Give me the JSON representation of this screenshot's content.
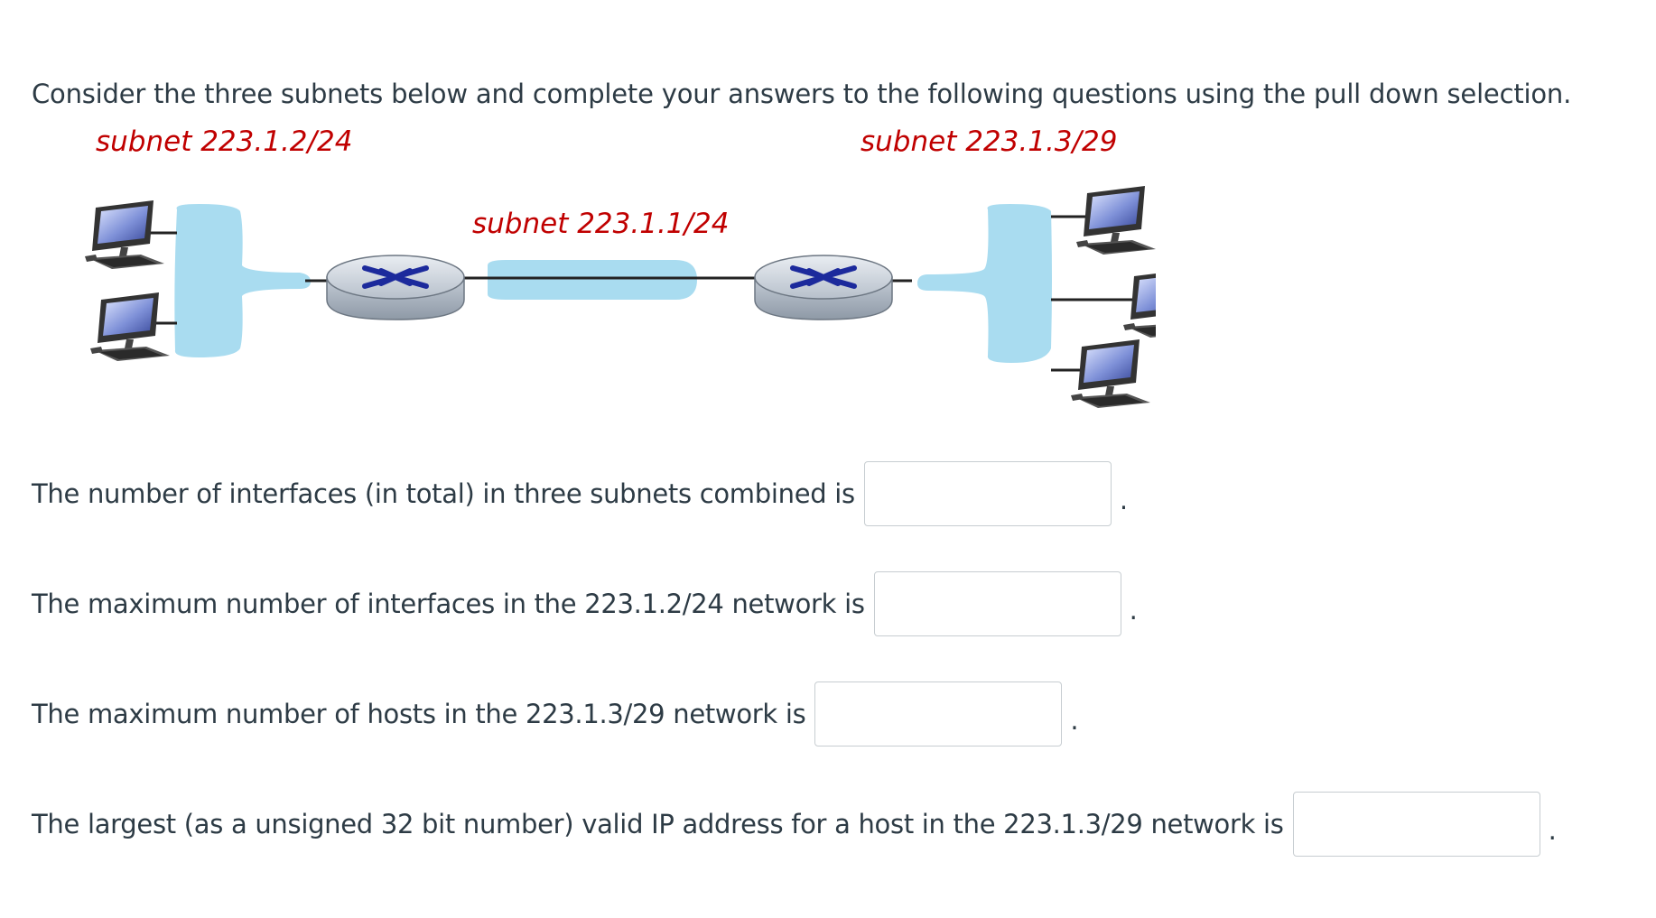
{
  "intro": "Consider the three subnets below and complete your answers to the following questions using the pull down selection.",
  "diagram": {
    "label_left": "subnet 223.1.2/24",
    "label_middle": "subnet 223.1.1/24",
    "label_right": "subnet 223.1.3/29",
    "label_color": "#c00000",
    "lan_color": "#a9dcf0"
  },
  "questions": [
    {
      "text": "The number of interfaces (in total) in three subnets combined is",
      "value": "",
      "suffix": "."
    },
    {
      "text": "The maximum number of interfaces in the 223.1.2/24 network is",
      "value": "",
      "suffix": "."
    },
    {
      "text": "The maximum number of hosts in the 223.1.3/29 network is",
      "value": "",
      "suffix": "."
    },
    {
      "text": "The largest (as a unsigned 32 bit number) valid IP address for a host in the 223.1.3/29 network is",
      "value": "",
      "suffix": "."
    }
  ]
}
